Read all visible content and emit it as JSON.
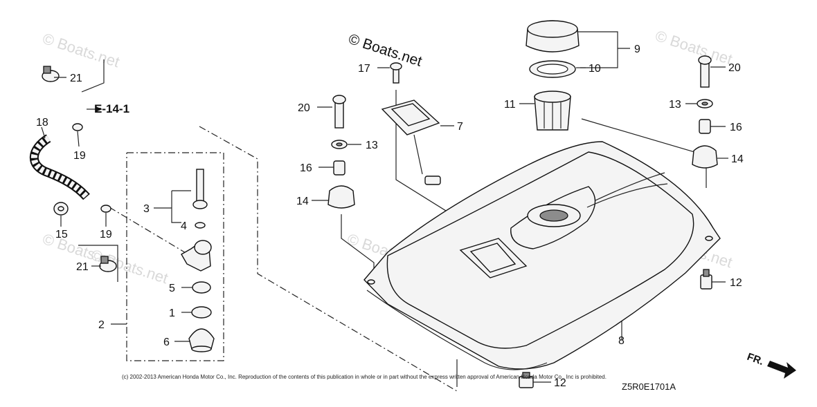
{
  "watermarks": [
    "© Boats.net",
    "© Boats.net",
    "© Boats.net",
    "© Boats.net",
    "© Boats.net",
    "© Boats.net"
  ],
  "watermark_main": "© Boats.net",
  "reference": "E-14-1",
  "direction_label": "FR.",
  "copyright": "(c) 2002-2013 American Honda Motor Co., Inc. Reproduction of the contents of this publication in whole or in part without the express written approval of American Honda Motor Co., Inc is prohibited.",
  "diagram_code": "Z5R0E1701A",
  "callouts": {
    "c1": "1",
    "c2": "2",
    "c3": "3",
    "c4": "4",
    "c5": "5",
    "c6": "6",
    "c7": "7",
    "c8": "8",
    "c9": "9",
    "c10": "10",
    "c11": "11",
    "c12a": "12",
    "c12b": "12",
    "c13a": "13",
    "c13b": "13",
    "c14a": "14",
    "c14b": "14",
    "c15": "15",
    "c16a": "16",
    "c16b": "16",
    "c17": "17",
    "c18": "18",
    "c19a": "19",
    "c19b": "19",
    "c20a": "20",
    "c20b": "20",
    "c21a": "21",
    "c21b": "21"
  }
}
